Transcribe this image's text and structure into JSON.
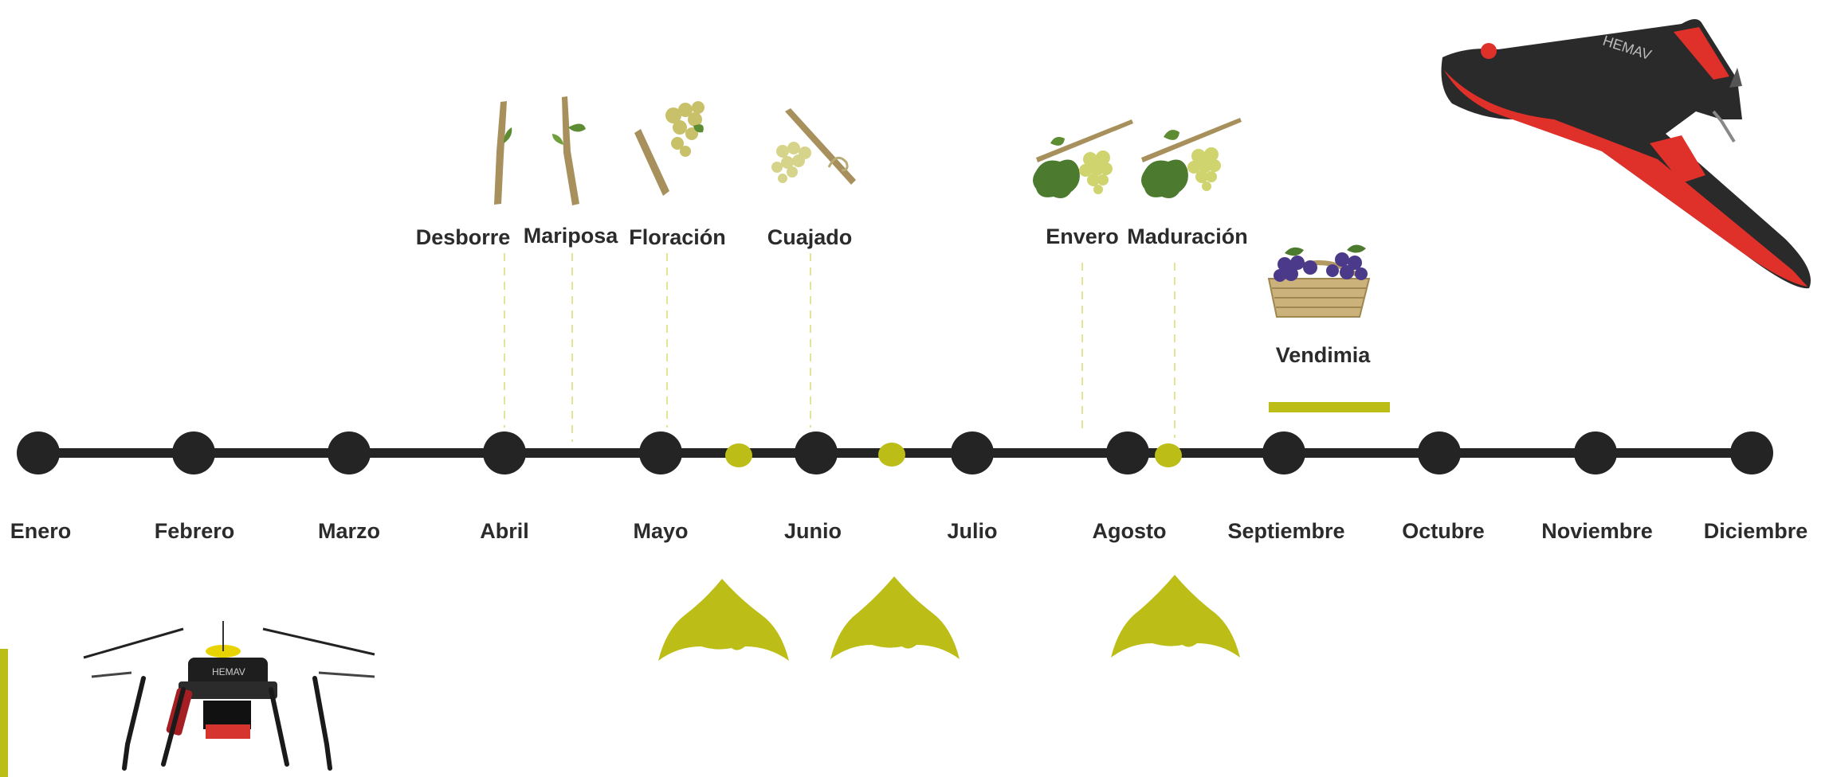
{
  "colors": {
    "timeline": "#242424",
    "accent": "#bcbd16",
    "dash": "#e3e596",
    "text": "#2b2b2b",
    "plane_body": "#2a2a2a",
    "plane_red": "#e0302a",
    "vine_stem": "#a8905c",
    "leaf_green": "#4c7a2e",
    "grape_green": "#cfd46e",
    "grape_purple": "#4b3a8a",
    "basket": "#cbb27a"
  },
  "months": [
    "Enero",
    "Febrero",
    "Marzo",
    "Abril",
    "Mayo",
    "Junio",
    "Julio",
    "Agosto",
    "Septiembre",
    "Octubre",
    "Noviembre",
    "Diciembre"
  ],
  "phases": [
    {
      "label": "Desborre",
      "icon": "shoot-icon"
    },
    {
      "label": "Mariposa",
      "icon": "shoot-leaf-icon"
    },
    {
      "label": "Floración",
      "icon": "flower-icon"
    },
    {
      "label": "Cuajado",
      "icon": "fruit-set-icon"
    },
    {
      "label": "Envero",
      "icon": "grape-leaf-icon"
    },
    {
      "label": "Maduración",
      "icon": "grape-leaf-icon"
    }
  ],
  "harvest": {
    "label": "Vendimia",
    "icon": "grape-basket-icon"
  },
  "flights": {
    "count": 3,
    "icon": "drone-flight-icon"
  },
  "logos": {
    "text": "HEMAV"
  }
}
